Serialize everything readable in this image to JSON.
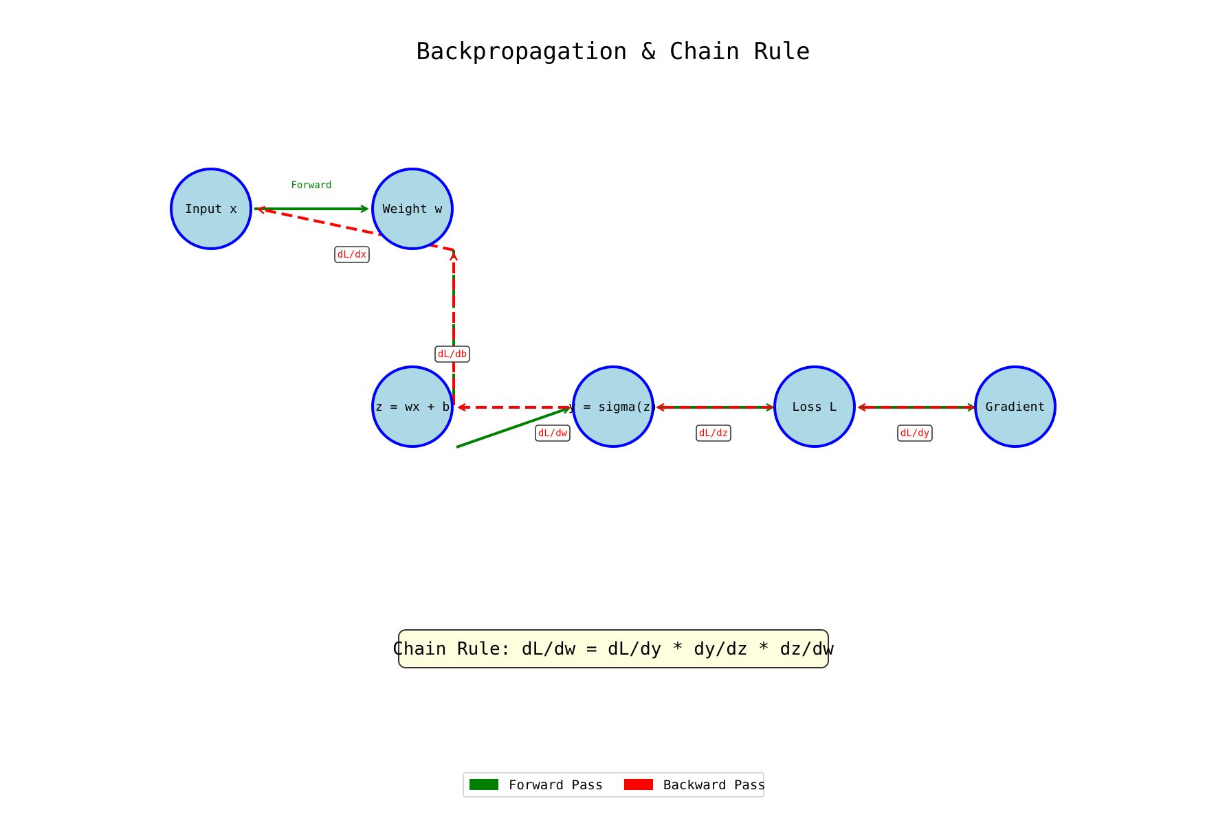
{
  "title": "Backpropagation & Chain Rule",
  "nodes": [
    {
      "id": "input",
      "label": "Input x"
    },
    {
      "id": "weight",
      "label": "Weight w"
    },
    {
      "id": "z",
      "label": "z = wx + b"
    },
    {
      "id": "y",
      "label": "y = sigma(z)"
    },
    {
      "id": "loss",
      "label": "Loss L"
    },
    {
      "id": "gradient",
      "label": "Gradient"
    }
  ],
  "edge_labels": {
    "forward": "Forward",
    "dLdx": "dL/dx",
    "dLdb": "dL/db",
    "dLdw": "dL/dw",
    "dLdz": "dL/dz",
    "dLdy": "dL/dy"
  },
  "formula": "Chain Rule: dL/dw = dL/dy * dy/dz * dz/dw",
  "legend": {
    "forward": "Forward Pass",
    "backward": "Backward Pass"
  },
  "colors": {
    "node_fill": "#add8e6",
    "node_stroke": "#0000ff",
    "forward": "#008000",
    "backward": "#ff0000",
    "formula_fill": "#ffffe0"
  }
}
